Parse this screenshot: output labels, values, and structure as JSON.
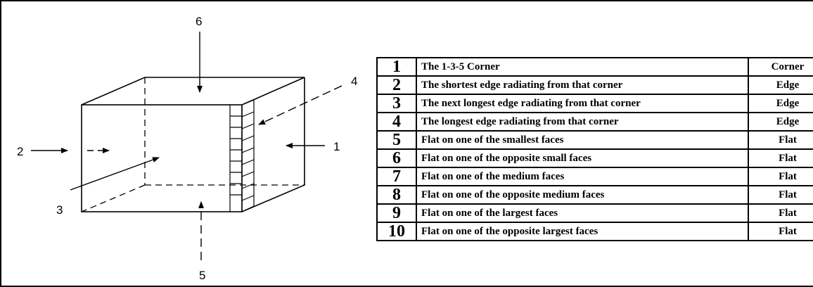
{
  "diagram": {
    "labels": [
      "1",
      "2",
      "3",
      "4",
      "5",
      "6"
    ]
  },
  "table": {
    "rows": [
      {
        "num": "1",
        "desc": "The 1-3-5 Corner",
        "position": "Corner"
      },
      {
        "num": "2",
        "desc": "The shortest edge radiating from that corner",
        "position": "Edge"
      },
      {
        "num": "3",
        "desc": "The next longest edge radiating from that corner",
        "position": "Edge"
      },
      {
        "num": "4",
        "desc": "The longest edge radiating from that corner",
        "position": "Edge"
      },
      {
        "num": "5",
        "desc": "Flat on one of the smallest faces",
        "position": "Flat"
      },
      {
        "num": "6",
        "desc": "Flat on one of the opposite small faces",
        "position": "Flat"
      },
      {
        "num": "7",
        "desc": "Flat on one of the medium faces",
        "position": "Flat"
      },
      {
        "num": "8",
        "desc": "Flat on one of the opposite medium faces",
        "position": "Flat"
      },
      {
        "num": "9",
        "desc": "Flat on one of the largest faces",
        "position": "Flat"
      },
      {
        "num": "10",
        "desc": "Flat on one of the opposite largest faces",
        "position": "Flat"
      }
    ]
  }
}
